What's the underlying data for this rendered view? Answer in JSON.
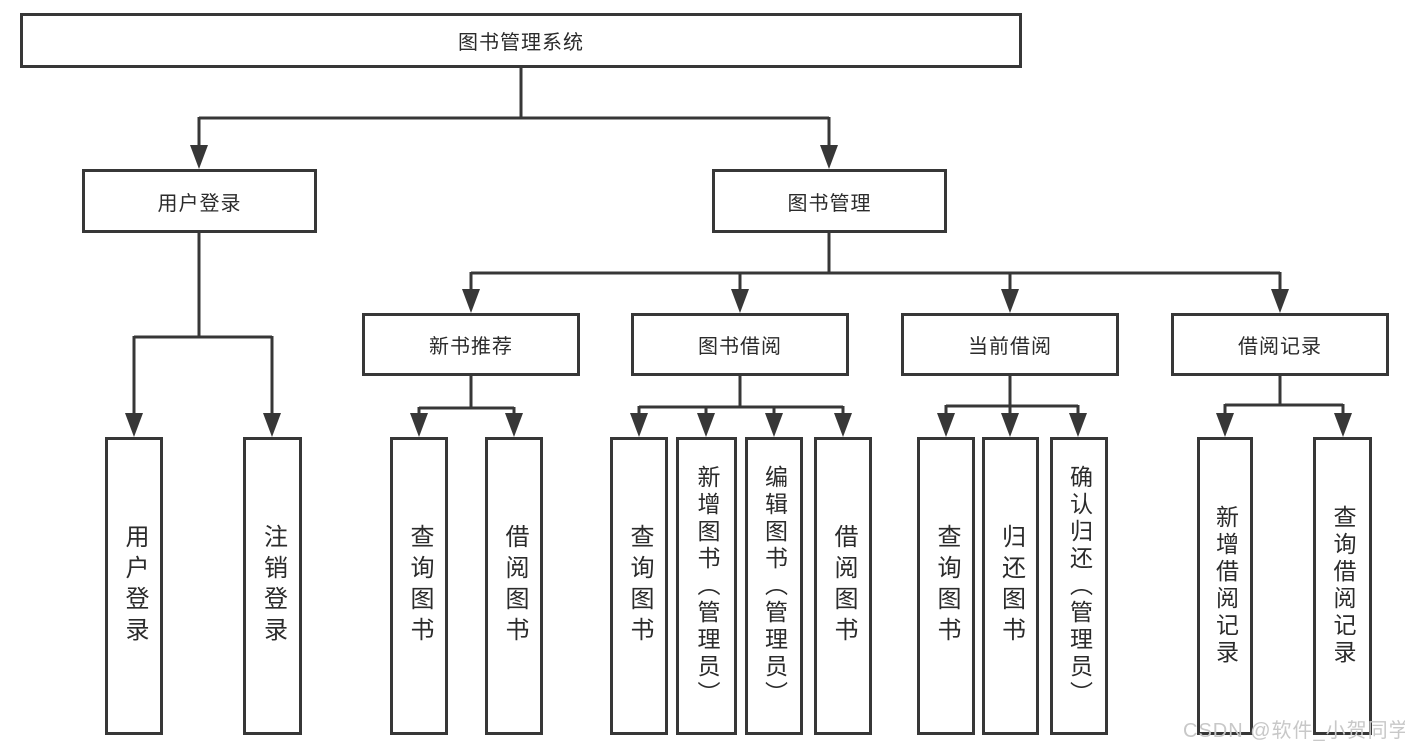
{
  "diagram": {
    "root": {
      "label": "图书管理系统"
    },
    "branches": [
      {
        "label": "用户登录",
        "children": [
          {
            "label": "用户登录"
          },
          {
            "label": "注销登录"
          }
        ]
      },
      {
        "label": "图书管理",
        "sections": [
          {
            "label": "新书推荐",
            "children": [
              {
                "label": "查询图书"
              },
              {
                "label": "借阅图书"
              }
            ]
          },
          {
            "label": "图书借阅",
            "children": [
              {
                "label": "查询图书"
              },
              {
                "label": "新增图书（管理员）"
              },
              {
                "label": "编辑图书（管理员）"
              },
              {
                "label": "借阅图书"
              }
            ]
          },
          {
            "label": "当前借阅",
            "children": [
              {
                "label": "查询图书"
              },
              {
                "label": "归还图书"
              },
              {
                "label": "确认归还（管理员）"
              }
            ]
          },
          {
            "label": "借阅记录",
            "children": [
              {
                "label": "新增借阅记录"
              },
              {
                "label": "查询借阅记录"
              }
            ]
          }
        ]
      }
    ],
    "watermark": "CSDN @软件_小贺同学",
    "colors": {
      "line": "#373737",
      "text": "#2b2b2b",
      "watermark": "#c8c8c8",
      "background": "#ffffff"
    }
  }
}
